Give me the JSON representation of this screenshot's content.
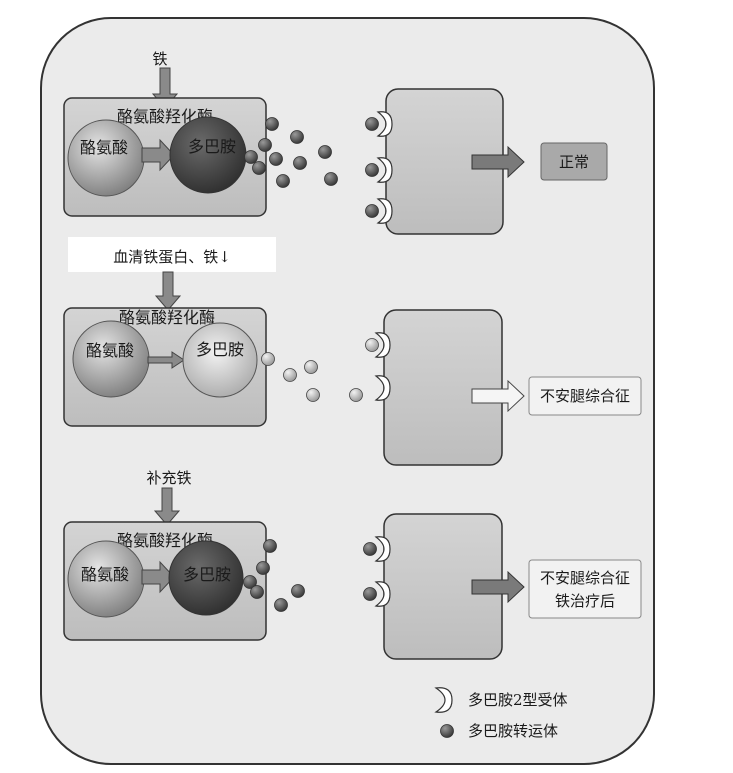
{
  "panels": [
    {
      "input_label": "铁",
      "enzyme": "酪氨酸羟化酶",
      "precursor": "酪氨酸",
      "product": "多巴胺",
      "outcome": [
        "正常"
      ]
    },
    {
      "input_label": "血清铁蛋白、铁↓",
      "enzyme": "酪氨酸羟化酶",
      "precursor": "酪氨酸",
      "product": "多巴胺",
      "outcome": [
        "不安腿综合征"
      ]
    },
    {
      "input_label": "补充铁",
      "enzyme": "酪氨酸羟化酶",
      "precursor": "酪氨酸",
      "product": "多巴胺",
      "outcome": [
        "不安腿综合征",
        "铁治疗后"
      ]
    }
  ],
  "legend": {
    "receptor": "多巴胺2型受体",
    "transporter": "多巴胺转运体"
  },
  "colors": {
    "frame_fill": "#eaeaea",
    "cell_fill": "#c9c9c9",
    "dopamine_dark": "#3f3f3f",
    "dopamine_light": "#d8d8d8",
    "tyrosine": "#8c8c8c",
    "arrow": "#7a7a7a",
    "outcome_box": "#a8a8a8"
  }
}
